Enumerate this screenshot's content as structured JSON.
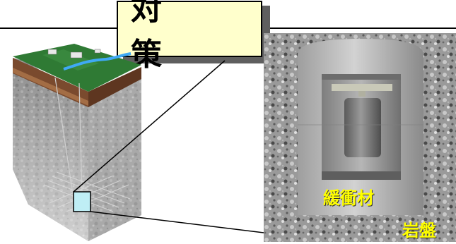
{
  "title": "対　策",
  "labels": {
    "buffer": "緩衝材",
    "rock": "岩盤"
  },
  "colors": {
    "title_bg": "#ffffcc",
    "label_text": "#ffff00",
    "highlight_box": "#bfeef5"
  }
}
